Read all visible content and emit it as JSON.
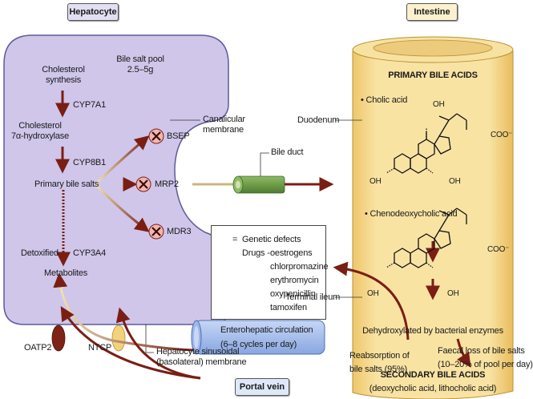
{
  "colors": {
    "hepatocyte_fill": "#cfc6ea",
    "hepatocyte_stroke": "#5f5a9a",
    "intestine_fill": "#f6dc92",
    "arrow_dark": "#7a1e14",
    "bile_duct": "#6b9a45",
    "portal_vein": "#a9c2ef",
    "defect_fill": "#f2b6b0",
    "oatp2": "#7d2417",
    "ntcp": "#f3d27c",
    "hepatocyte_tag": "#e3dff3",
    "intestine_tag": "#fbf1cf",
    "portal_tag": "#dde9f8"
  },
  "tags": {
    "hepatocyte": "Hepatocyte",
    "intestine": "Intestine",
    "portal_vein": "Portal vein"
  },
  "hepatocyte": {
    "bile_salt_pool": [
      "Bile salt pool",
      "2.5–5g"
    ],
    "cholesterol_synthesis": [
      "Cholesterol",
      "synthesis"
    ],
    "cyp7a1": "CYP7A1",
    "cholesterol_hydroxylase": [
      "Cholesterol",
      "7α-hydroxylase"
    ],
    "cyp8b1": "CYP8B1",
    "primary_bile_salts": "Primary bile salts",
    "detoxified": "Detoxified",
    "cyp3a4": "CYP3A4",
    "metabolites": "Metabolites",
    "transporters": {
      "bsep": "BSEP",
      "mrp2": "MRP2",
      "mdr3": "MDR3",
      "oatp2": "OATP2",
      "ntcp": "NTCP"
    },
    "canalicular_membrane": [
      "Canalicular",
      "membrane"
    ],
    "sinusoidal_membrane": [
      "Hepatocyte sinusoidal",
      "(basolateral) membrane"
    ]
  },
  "bile_duct_label": "Bile duct",
  "legend": {
    "equals": "=",
    "genetic_defects": "Genetic defects",
    "drugs_label": "Drugs -",
    "drugs": [
      "oestrogens",
      "chlorpromazine",
      "erythromycin",
      "oxypenicillin",
      "tamoxifen"
    ]
  },
  "intestine": {
    "primary_title": "PRIMARY BILE ACIDS",
    "cholic_acid": "• Cholic acid",
    "chenodeoxycholic_acid": "• Chenodeoxycholic acid",
    "oh": "OH",
    "coo": "COO⁻",
    "dehydroxylated": "Dehydroxylated by bacterial enzymes",
    "secondary_title": "SECONDARY BILE ACIDS",
    "secondary_examples": "(deoxycholic acid, lithocholic acid)",
    "duodenum": "Duodenum",
    "terminal_ileum": "Terminal ileum"
  },
  "circulation": {
    "enterohepatic": [
      "Enterohepatic circulation",
      "(6–8 cycles per day)"
    ],
    "reabsorption": [
      "Reabsorption of",
      "bile salts (95%)"
    ],
    "faecal_loss": [
      "Faecal loss of bile salts",
      "(10–20% of pool per day)"
    ]
  }
}
